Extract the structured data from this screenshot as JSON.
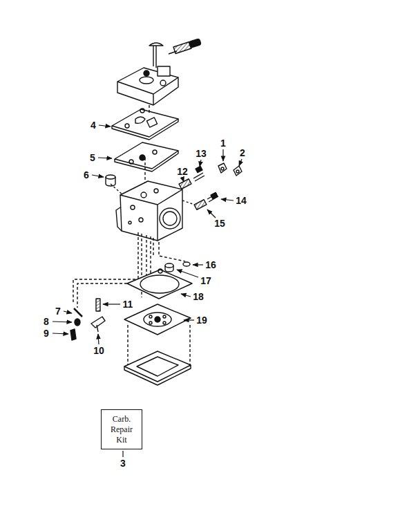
{
  "diagram": {
    "nodes": [
      {
        "text": [
          "Carb. Repair Kit"
        ]
      }
    ],
    "labels": [
      "1",
      "2",
      "4",
      "13",
      "5",
      "12",
      "6",
      "14",
      "15",
      "16",
      "17",
      "18",
      "11",
      "19",
      "7",
      "8",
      "9",
      "10",
      "3"
    ]
  }
}
